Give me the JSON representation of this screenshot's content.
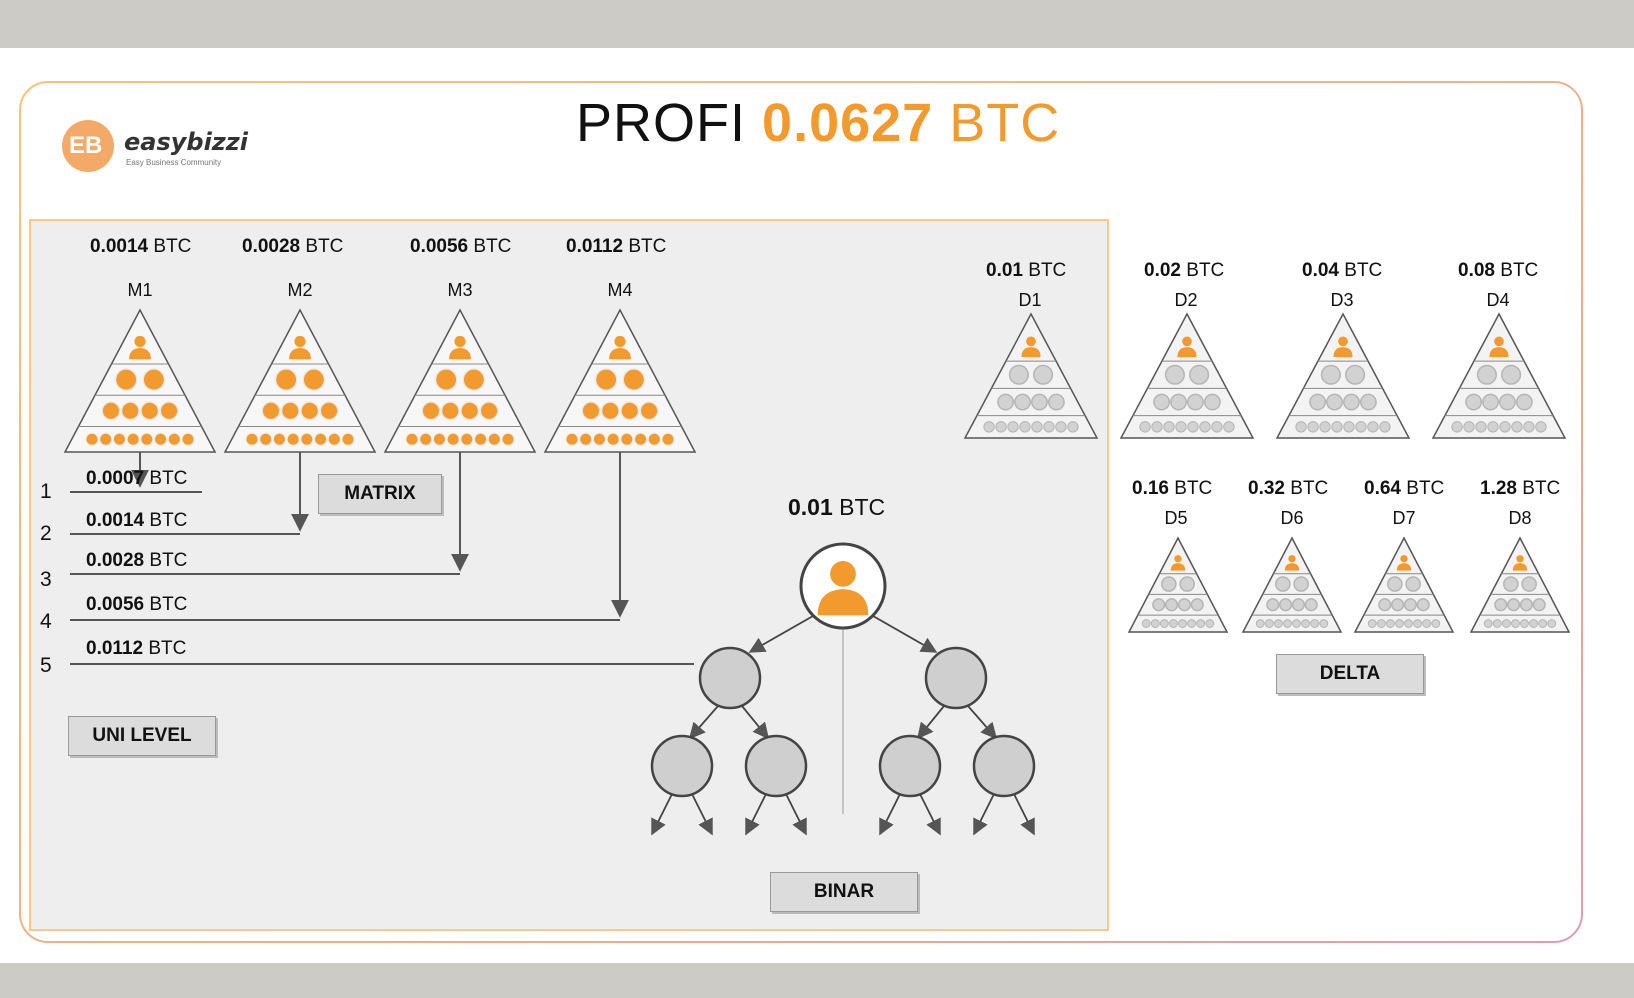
{
  "logo": {
    "name": "easybizzi",
    "tagline": "Easy Business Community",
    "mark": "EB"
  },
  "title": {
    "prefix": "PROFI",
    "amount": "0.0627",
    "unit": "BTC"
  },
  "colors": {
    "accent": "#f29a2e",
    "panel_bg": "#eeeeee",
    "panel_border": "#f3c98c",
    "node_gray": "#cfcfcf"
  },
  "matrix": {
    "label": "MATRIX",
    "items": [
      {
        "id": "M1",
        "amount": "0.0014",
        "unit": "BTC"
      },
      {
        "id": "M2",
        "amount": "0.0028",
        "unit": "BTC"
      },
      {
        "id": "M3",
        "amount": "0.0056",
        "unit": "BTC"
      },
      {
        "id": "M4",
        "amount": "0.0112",
        "unit": "BTC"
      }
    ]
  },
  "unilevel": {
    "label": "UNI LEVEL",
    "levels": [
      {
        "num": "1",
        "amount": "0.0007",
        "unit": "BTC"
      },
      {
        "num": "2",
        "amount": "0.0014",
        "unit": "BTC"
      },
      {
        "num": "3",
        "amount": "0.0028",
        "unit": "BTC"
      },
      {
        "num": "4",
        "amount": "0.0056",
        "unit": "BTC"
      },
      {
        "num": "5",
        "amount": "0.0112",
        "unit": "BTC"
      }
    ]
  },
  "binar": {
    "label": "BINAR",
    "amount": "0.01",
    "unit": "BTC"
  },
  "delta": {
    "label": "DELTA",
    "items": [
      {
        "id": "D1",
        "amount": "0.01",
        "unit": "BTC"
      },
      {
        "id": "D2",
        "amount": "0.02",
        "unit": "BTC"
      },
      {
        "id": "D3",
        "amount": "0.04",
        "unit": "BTC"
      },
      {
        "id": "D4",
        "amount": "0.08",
        "unit": "BTC"
      },
      {
        "id": "D5",
        "amount": "0.16",
        "unit": "BTC"
      },
      {
        "id": "D6",
        "amount": "0.32",
        "unit": "BTC"
      },
      {
        "id": "D7",
        "amount": "0.64",
        "unit": "BTC"
      },
      {
        "id": "D8",
        "amount": "1.28",
        "unit": "BTC"
      }
    ]
  }
}
